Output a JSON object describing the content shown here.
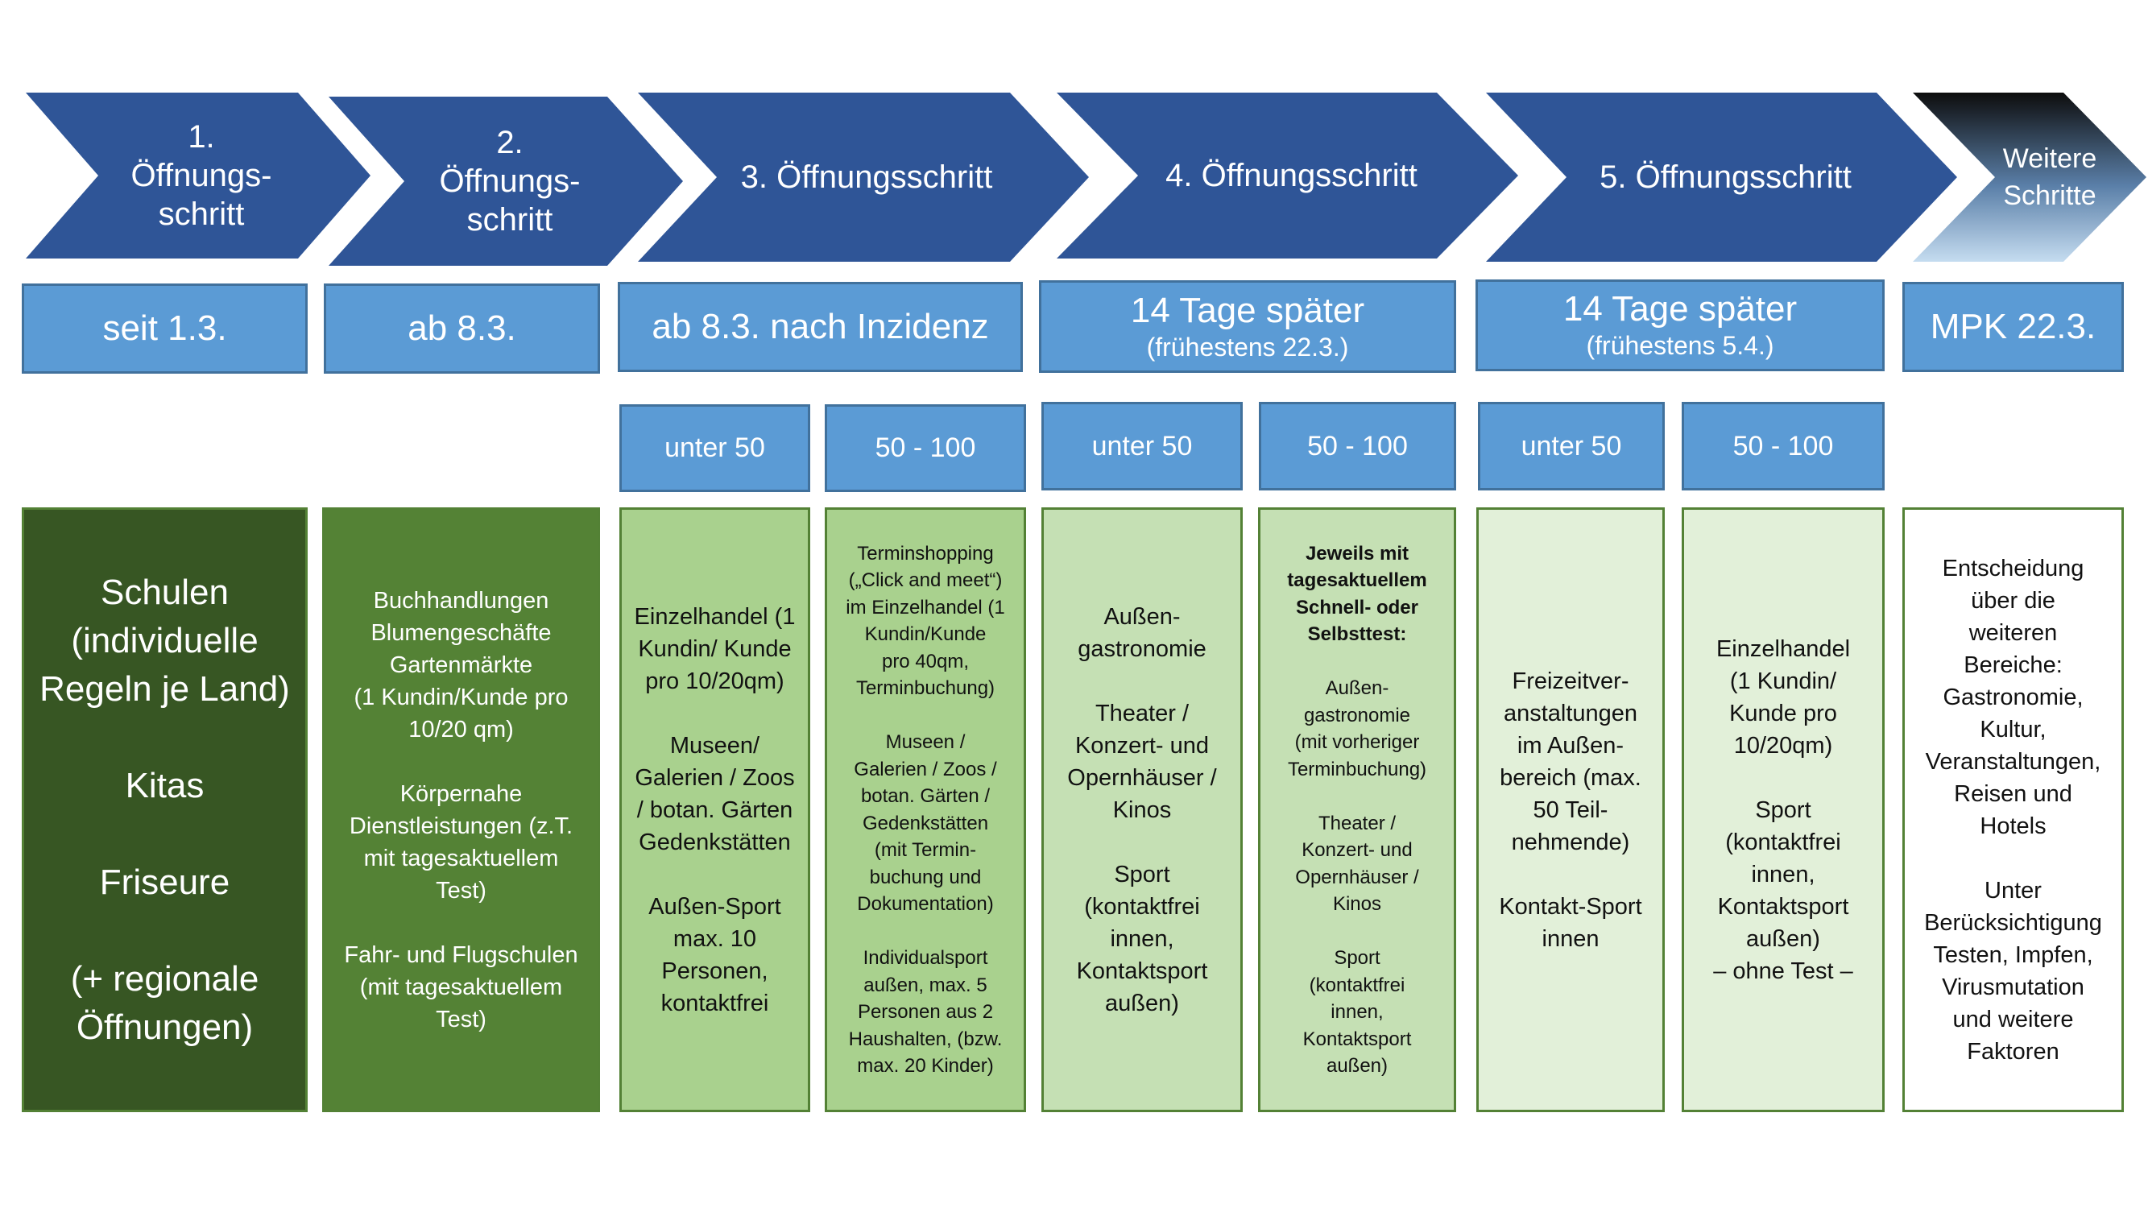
{
  "steps": [
    {
      "label": "1.\nÖffnungs-\nschritt",
      "color": "#2f5597"
    },
    {
      "label": "2.\nÖffnungs-\nschritt",
      "color": "#2f5597"
    },
    {
      "label": "3. Öffnungsschritt",
      "color": "#2f5597"
    },
    {
      "label": "4. Öffnungsschritt",
      "color": "#2f5597"
    },
    {
      "label": "5. Öffnungsschritt",
      "color": "#2f5597"
    },
    {
      "label": "Weitere\nSchritte",
      "color_top": "#0d0d0d",
      "color_bottom": "#c5dcf0"
    }
  ],
  "dates": [
    {
      "main": "seit 1.3.",
      "sub": ""
    },
    {
      "main": "ab 8.3.",
      "sub": ""
    },
    {
      "main": "ab 8.3. nach Inzidenz",
      "sub": ""
    },
    {
      "main": "14 Tage später",
      "sub": "(frühestens 22.3.)"
    },
    {
      "main": "14 Tage später",
      "sub": "(frühestens 5.4.)"
    },
    {
      "main": "MPK 22.3.",
      "sub": ""
    }
  ],
  "incidence": [
    "unter 50",
    "50 - 100",
    "unter 50",
    "50 - 100",
    "unter 50",
    "50 - 100"
  ],
  "content": [
    {
      "text": "Schulen\n(individuelle\nRegeln je Land)\n\nKitas\n\nFriseure\n\n(+ regionale\nÖffnungen)"
    },
    {
      "text": "Buchhandlungen\nBlumengeschäfte\nGartenmärkte\n(1 Kundin/Kunde pro\n10/20 qm)\n\nKörpernahe\nDienstleistungen (z.T.\nmit tagesaktuellem\nTest)\n\nFahr- und Flugschulen\n(mit tagesaktuellem\nTest)"
    },
    {
      "text": "Einzelhandel (1\nKundin/ Kunde\npro 10/20qm)\n\nMuseen/\nGalerien / Zoos\n/ botan. Gärten\nGedenkstätten\n\nAußen-Sport\nmax. 10\nPersonen,\nkontaktfrei"
    },
    {
      "text": "Terminshopping\n(„Click and meet“)\nim Einzelhandel (1\nKundin/Kunde\npro 40qm,\nTerminbuchung)\n\nMuseen /\nGalerien / Zoos /\nbotan. Gärten /\nGedenkstätten\n(mit Termin-\nbuchung und\nDokumentation)\n\nIndividualsport\naußen, max. 5\nPersonen aus 2\nHaushalten, (bzw.\nmax. 20 Kinder)"
    },
    {
      "text": "Außen-\ngastronomie\n\nTheater /\nKonzert- und\nOpernhäuser /\nKinos\n\nSport\n(kontaktfrei\ninnen,\nKontaktsport\naußen)"
    },
    {
      "bold": "Jeweils mit\ntagesaktuellem\nSchnell- oder\nSelbsttest:",
      "text": "\nAußen-\ngastronomie\n(mit vorheriger\nTerminbuchung)\n\nTheater /\nKonzert- und\nOpernhäuser /\nKinos\n\nSport\n(kontaktfrei\ninnen,\nKontaktsport\naußen)"
    },
    {
      "text": "Freizeitver-\nanstaltungen\nim Außen-\nbereich (max.\n50 Teil-\nnehmende)\n\nKontakt-Sport\ninnen"
    },
    {
      "text": "Einzelhandel\n(1 Kundin/\nKunde pro\n10/20qm)\n\nSport\n(kontaktfrei\ninnen,\nKontaktsport\naußen)\n– ohne Test –"
    },
    {
      "text": "Entscheidung\nüber die\nweiteren\nBereiche:\nGastronomie,\nKultur,\nVeranstaltungen,\nReisen und\nHotels\n\nUnter\nBerücksichtigung\nTesten, Impfen,\nVirusmutation\nund weitere\nFaktoren"
    }
  ]
}
